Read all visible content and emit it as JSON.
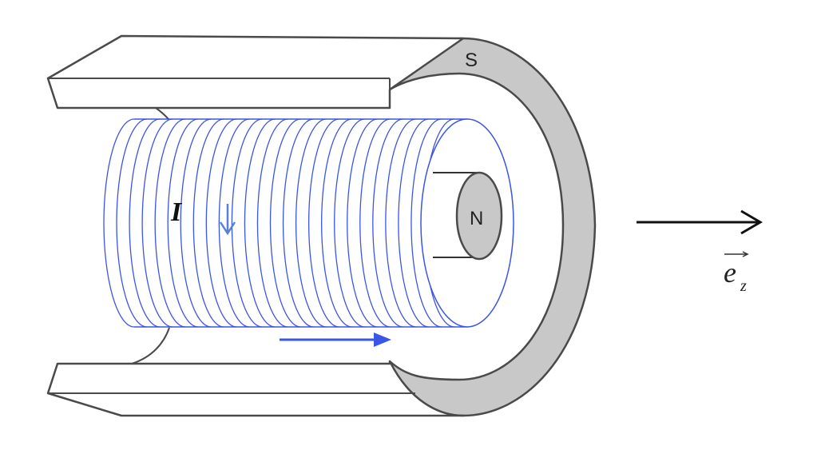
{
  "labels": {
    "south_pole": "S",
    "north_pole": "N",
    "current": "I",
    "axis_vector": "e",
    "axis_subscript": "z"
  },
  "colors": {
    "magnet_gray": "#c8c8c8",
    "outline": "#4a4a4a",
    "coil_blue": "#3b55e6",
    "text_black": "#111111"
  },
  "coil": {
    "turns": 26
  }
}
